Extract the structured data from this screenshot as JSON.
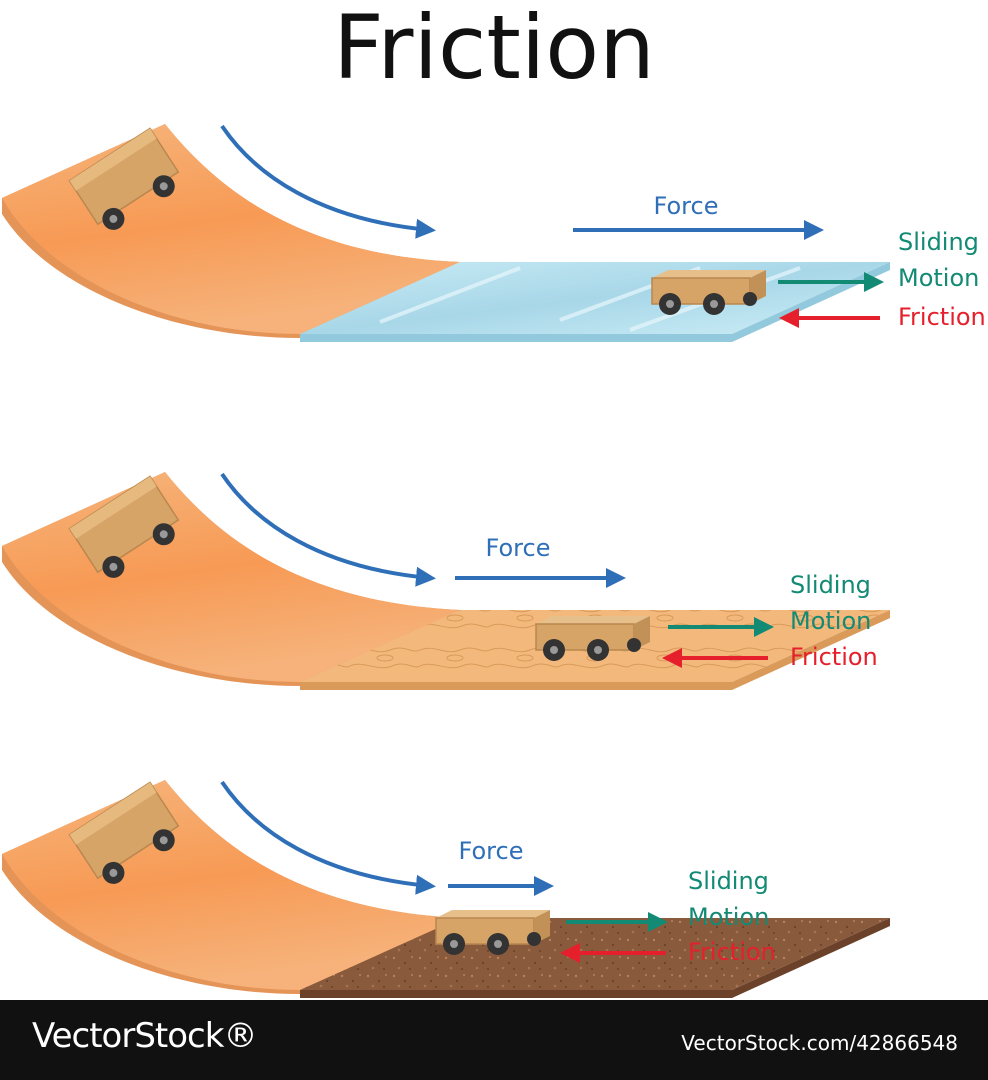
{
  "title": "Friction",
  "colors": {
    "force": "#2f6fb8",
    "sliding_motion": "#138a74",
    "friction": "#e5202c",
    "ramp": "#f6ad6c",
    "ice": "#bfe3ef",
    "wood": "#f3b97c",
    "dirt": "#8a5a3c"
  },
  "panels": [
    {
      "surface": "ice",
      "force_label": "Force",
      "sliding_label": "Sliding",
      "motion_label": "Motion",
      "friction_label": "Friction",
      "force_arrow_length": 245,
      "friction_arrow_length": 95
    },
    {
      "surface": "wood",
      "force_label": "Force",
      "sliding_label": "Sliding",
      "motion_label": "Motion",
      "friction_label": "Friction",
      "force_arrow_length": 165,
      "friction_arrow_length": 100
    },
    {
      "surface": "dirt",
      "force_label": "Force",
      "sliding_label": "Sliding",
      "motion_label": "Motion",
      "friction_label": "Friction",
      "force_arrow_length": 100,
      "friction_arrow_length": 100
    }
  ],
  "footer": {
    "brand": "VectorStock®",
    "image_id": "VectorStock.com/42866548"
  }
}
